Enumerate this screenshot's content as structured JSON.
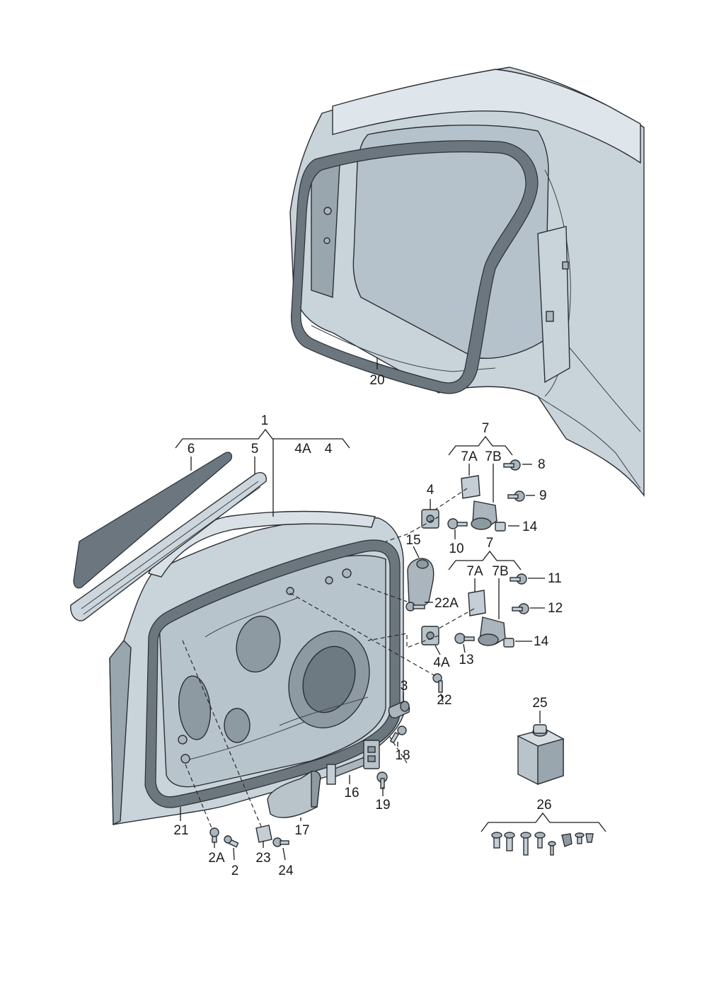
{
  "labels": {
    "l1": "1",
    "l2": "2",
    "l2a": "2A",
    "l3": "3",
    "l4_top": "4",
    "l4_mid": "4",
    "l4a_top": "4A",
    "l4a_bot": "4A",
    "l5": "5",
    "l6": "6",
    "l7_top": "7",
    "l7_bot": "7",
    "l7a_top": "7A",
    "l7b_top": "7B",
    "l7a_bot": "7A",
    "l7b_bot": "7B",
    "l8": "8",
    "l9": "9",
    "l10": "10",
    "l11": "11",
    "l12": "12",
    "l13": "13",
    "l14_top": "14",
    "l14_bot": "14",
    "l15": "15",
    "l16": "16",
    "l17": "17",
    "l18": "18",
    "l19": "19",
    "l20": "20",
    "l21": "21",
    "l22": "22",
    "l22a": "22A",
    "l23": "23",
    "l24": "24",
    "l25": "25",
    "l26": "26"
  }
}
